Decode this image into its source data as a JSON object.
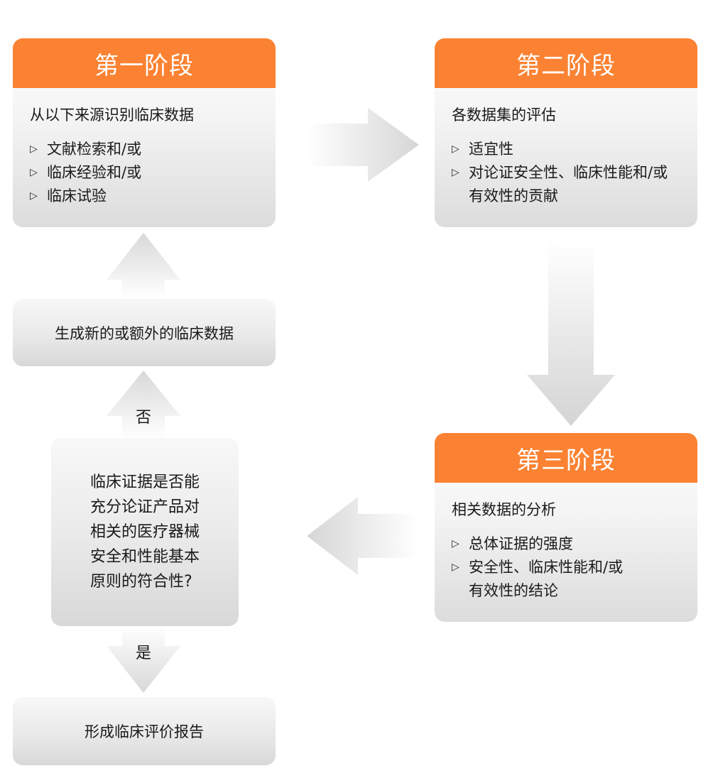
{
  "stage1": {
    "title": "第一阶段",
    "intro": "从以下来源识别临床数据",
    "items": [
      "文献检索和/或",
      "临床经验和/或",
      "临床试验"
    ]
  },
  "stage2": {
    "title": "第二阶段",
    "intro": "各数据集的评估",
    "items": [
      "适宜性",
      "对论证安全性、临床性能和/或",
      "有效性的贡献"
    ]
  },
  "stage3": {
    "title": "第三阶段",
    "intro": "相关数据的分析",
    "items": [
      "总体证据的强度",
      "安全性、临床性能和/或",
      "有效性的结论"
    ]
  },
  "generate_box": {
    "label": "生成新的或额外的临床数据"
  },
  "decision_box": {
    "lines": [
      "临床证据是否能",
      "充分论证产品对",
      "相关的医疗器械",
      "安全和性能基本",
      "原则的符合性?"
    ]
  },
  "report_box": {
    "label": "形成临床评价报告"
  },
  "arrows": {
    "no_label": "否",
    "yes_label": "是"
  },
  "colors": {
    "accent": "#fb8232",
    "arrow": "#d9d9d9"
  }
}
